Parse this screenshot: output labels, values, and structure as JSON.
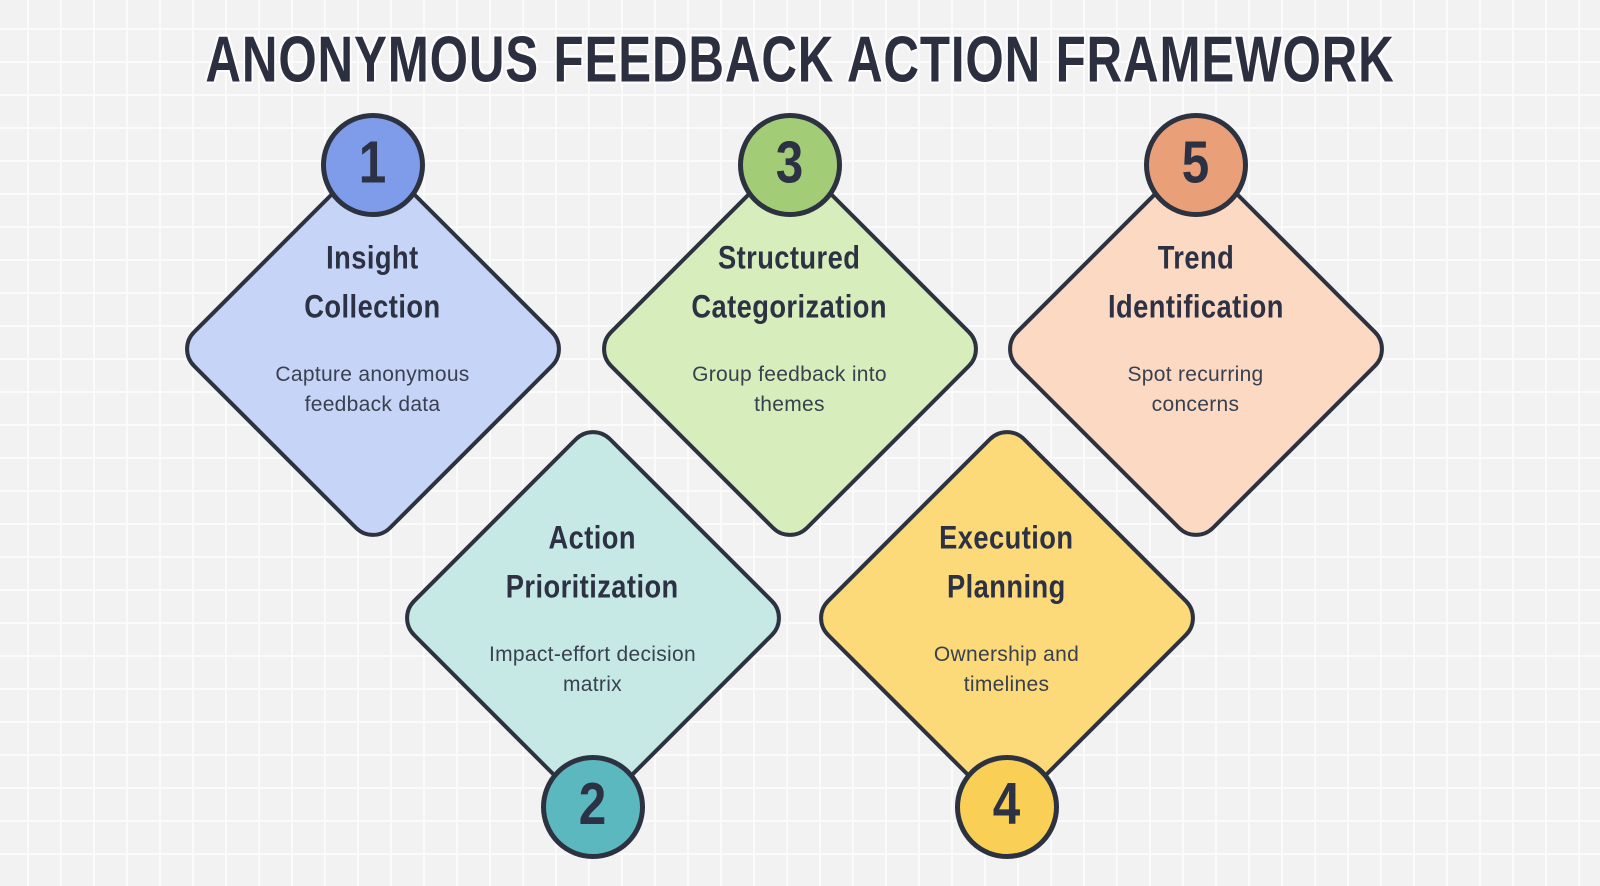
{
  "title": "ANONYMOUS FEEDBACK ACTION FRAMEWORK",
  "theme": {
    "background": "#f3f2f3",
    "grid_line": "#fbfbfb",
    "outline": "#2d3240",
    "title_color": "#2b2f3f",
    "heading_color": "#2c3143",
    "description_color": "#39404f"
  },
  "steps": [
    {
      "number": "1",
      "heading_lines": [
        "Insight",
        "Collection"
      ],
      "description_lines": [
        "Capture anonymous",
        "feedback data"
      ],
      "colors": {
        "diamond": "#c6d4f7",
        "badge": "#7e9ce9"
      }
    },
    {
      "number": "2",
      "heading_lines": [
        "Action",
        "Prioritization"
      ],
      "description_lines": [
        "Impact-effort decision",
        "matrix"
      ],
      "colors": {
        "diamond": "#c7e9e6",
        "badge": "#5cb8bf"
      }
    },
    {
      "number": "3",
      "heading_lines": [
        "Structured",
        "Categorization"
      ],
      "description_lines": [
        "Group feedback into",
        "themes"
      ],
      "colors": {
        "diamond": "#d7edbb",
        "badge": "#a2cc76"
      }
    },
    {
      "number": "4",
      "heading_lines": [
        "Execution",
        "Planning"
      ],
      "description_lines": [
        "Ownership and",
        "timelines"
      ],
      "colors": {
        "diamond": "#fcda79",
        "badge": "#f9d055"
      }
    },
    {
      "number": "5",
      "heading_lines": [
        "Trend",
        "Identification"
      ],
      "description_lines": [
        "Spot recurring",
        "concerns"
      ],
      "colors": {
        "diamond": "#fcd9c3",
        "badge": "#e9a078"
      }
    }
  ]
}
